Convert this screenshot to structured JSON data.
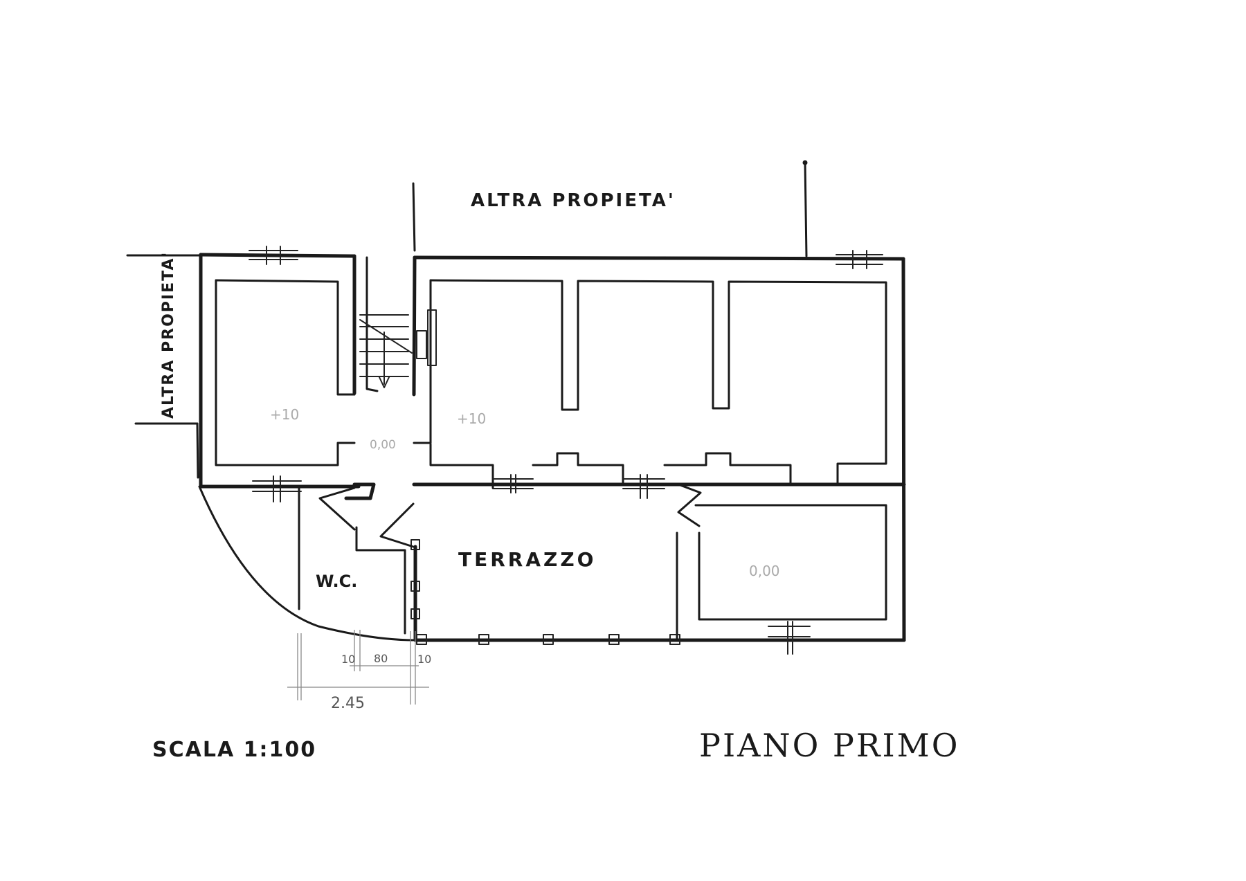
{
  "labels": {
    "neighbor_top": "ALTRA PROPIETA'",
    "neighbor_left": "ALTRA PROPIETA'",
    "terrace": "TERRAZZO",
    "wc": "W.C.",
    "scale": "SCALA 1:100",
    "title": "PIANO PRIMO"
  },
  "levels": {
    "left_room": "+10",
    "main_hall": "+10",
    "stair_landing": "0,00",
    "right_room": "0,00"
  },
  "dimensions": {
    "d1": "10",
    "d2": "80",
    "d3": "10",
    "total": "2.45"
  }
}
